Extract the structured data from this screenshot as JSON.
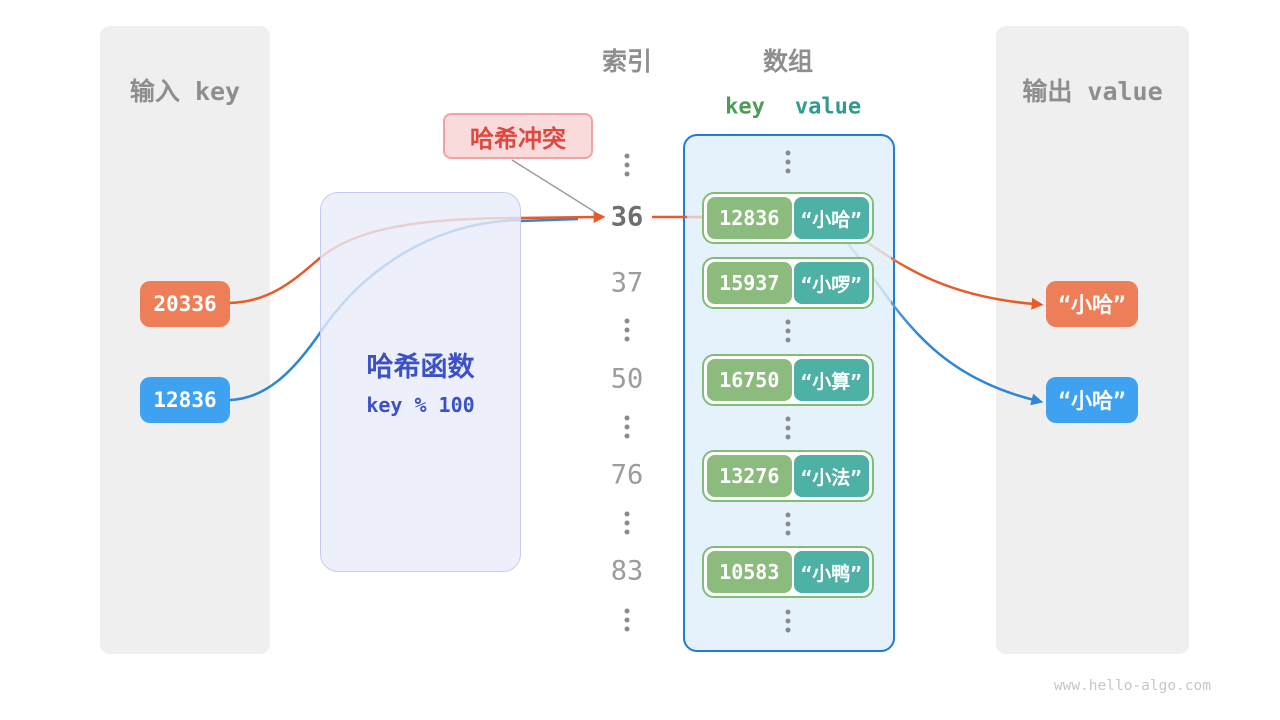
{
  "watermark": "www.hello-algo.com",
  "colors": {
    "key_box_orange": "#ee7e58",
    "key_box_blue": "#3fa2f0",
    "arrow_orange": "#e85a28",
    "arrow_blue": "#2e86d6",
    "key_pill_green": "#8cbb7e",
    "value_pill_teal": "#4db1a5",
    "row_border_green": "#82bd75",
    "array_border_blue": "#1e7dd6",
    "array_fill_blue": "#e4f1fb",
    "hash_box_fill": "#e9ecfa",
    "hash_text_blue": "#3c50c8",
    "collision_text_red": "#e0473f",
    "collision_bg_pink": "#f9dbdb",
    "panel_gray": "#efefef",
    "header_gray": "#8e8e8e"
  },
  "input_panel": {
    "title": "输入 key",
    "keys": [
      "20336",
      "12836"
    ]
  },
  "hash_function": {
    "title": "哈希函数",
    "formula": "key % 100"
  },
  "collision_label": "哈希冲突",
  "index_column": {
    "title": "索引",
    "values": [
      "36",
      "37",
      "50",
      "76",
      "83"
    ],
    "highlighted_value": "36",
    "ellipsis": "⋮"
  },
  "array_panel": {
    "title": "数组",
    "key_header": "key",
    "value_header": "value",
    "rows": [
      {
        "key": "12836",
        "value": "“小哈”"
      },
      {
        "key": "15937",
        "value": "“小啰”"
      },
      {
        "key": "16750",
        "value": "“小算”"
      },
      {
        "key": "13276",
        "value": "“小法”"
      },
      {
        "key": "10583",
        "value": "“小鸭”"
      }
    ]
  },
  "output_panel": {
    "title": "输出 value",
    "values": [
      "“小哈”",
      "“小哈”"
    ]
  }
}
